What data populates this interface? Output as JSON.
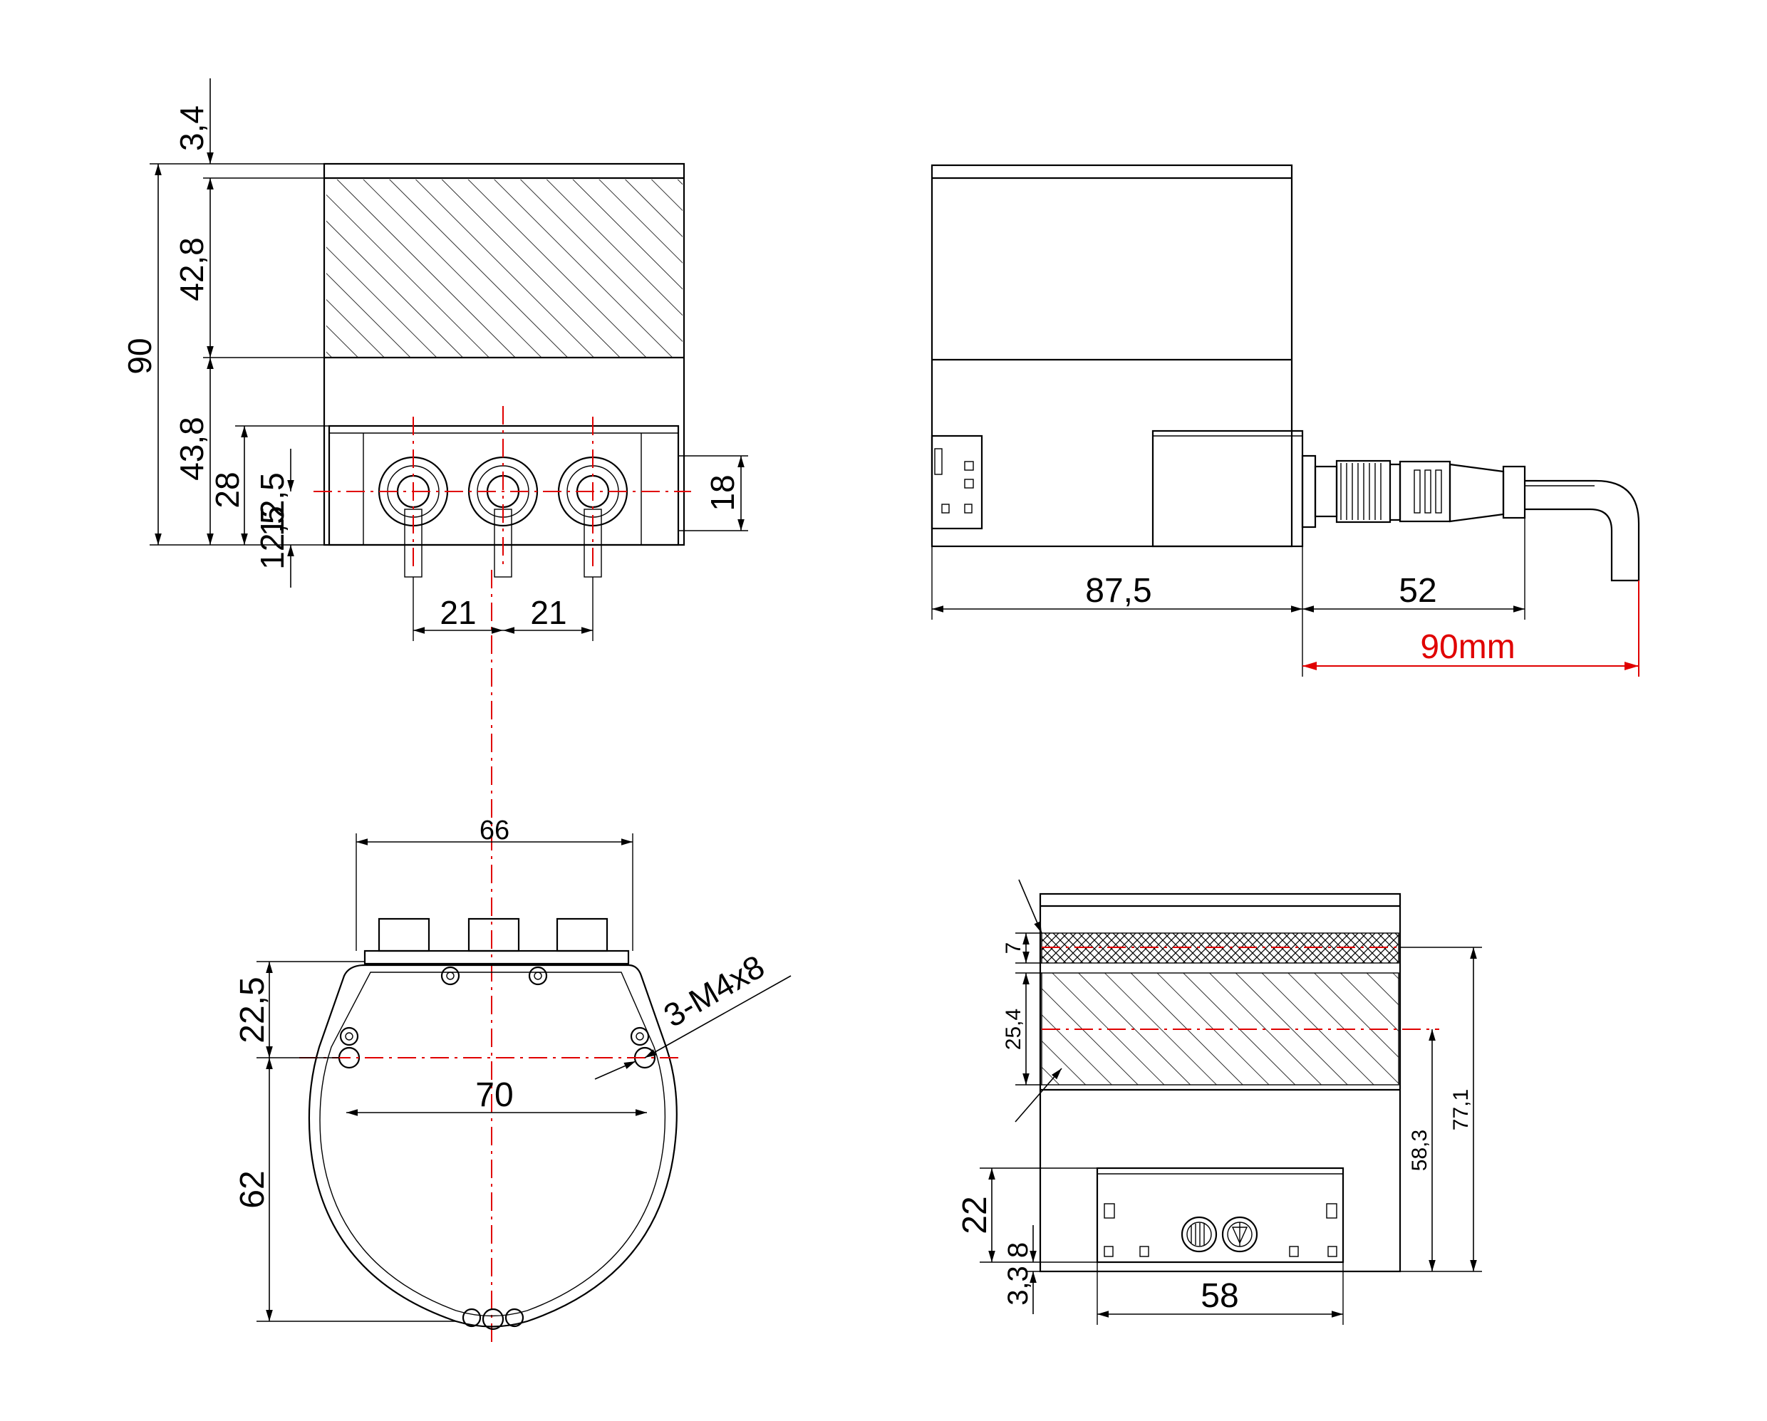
{
  "dims": {
    "d_3_4": "3,4",
    "d_42_8": "42,8",
    "d_90": "90",
    "d_43_8": "43,8",
    "d_28": "28",
    "d_12_5_a": "12,5",
    "d_12_5_b": "12,5",
    "d_18": "18",
    "d_21_a": "21",
    "d_21_b": "21",
    "d_87_5": "87,5",
    "d_52": "52",
    "d_90mm": "90mm",
    "d_66": "66",
    "d_22_5": "22,5",
    "d_70": "70",
    "d_62": "62",
    "note_m4": "3-M4x8",
    "d_7": "7",
    "d_25_4": "25,4",
    "d_77_1": "77,1",
    "d_58_3": "58,3",
    "d_22": "22",
    "d_8": "8",
    "d_3_3": "3,3",
    "d_58": "58"
  },
  "colors": {
    "line": "#000000",
    "centerline": "#e00000"
  }
}
